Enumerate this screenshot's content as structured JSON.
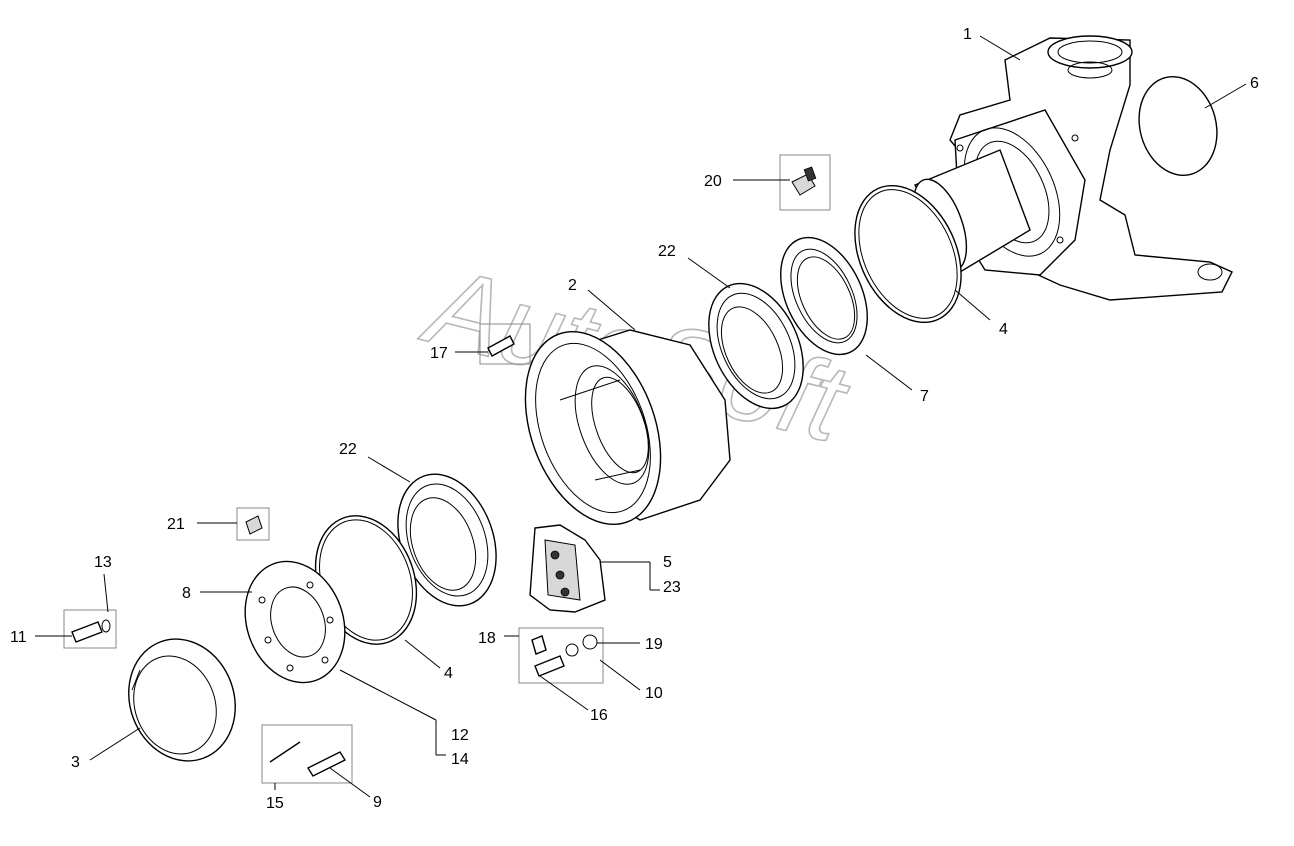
{
  "watermark": "AutoSoft",
  "callouts": {
    "c1": "1",
    "c2": "2",
    "c3": "3",
    "c4a": "4",
    "c4b": "4",
    "c5": "5",
    "c6": "6",
    "c7": "7",
    "c8": "8",
    "c9": "9",
    "c10": "10",
    "c11": "11",
    "c12": "12",
    "c13": "13",
    "c14": "14",
    "c15": "15",
    "c16": "16",
    "c17": "17",
    "c18": "18",
    "c19": "19",
    "c20": "20",
    "c21": "21",
    "c22a": "22",
    "c22b": "22",
    "c23": "23"
  }
}
